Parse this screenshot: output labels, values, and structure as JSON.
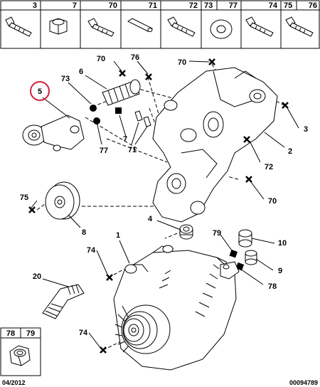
{
  "header_parts": [
    "3",
    "7",
    "70",
    "71",
    "72",
    "73",
    "77",
    "74",
    "75",
    "76"
  ],
  "labels": {
    "p1": "1",
    "p2": "2",
    "p3": "3",
    "p4": "4",
    "p5": "5",
    "p6": "6",
    "p7": "7",
    "p8": "8",
    "p9": "9",
    "p10": "10",
    "p20": "20",
    "p70a": "70",
    "p70b": "70",
    "p70c": "70",
    "p71": "71",
    "p72": "72",
    "p73": "73",
    "p74a": "74",
    "p74b": "74",
    "p75": "75",
    "p76": "76",
    "p77": "77",
    "p78": "78",
    "p79": "79"
  },
  "inset_labels": [
    "78",
    "79"
  ],
  "footer": {
    "date": "04/2012",
    "ref": "00094789"
  },
  "colors": {
    "highlight_ring": "#d0203a"
  }
}
